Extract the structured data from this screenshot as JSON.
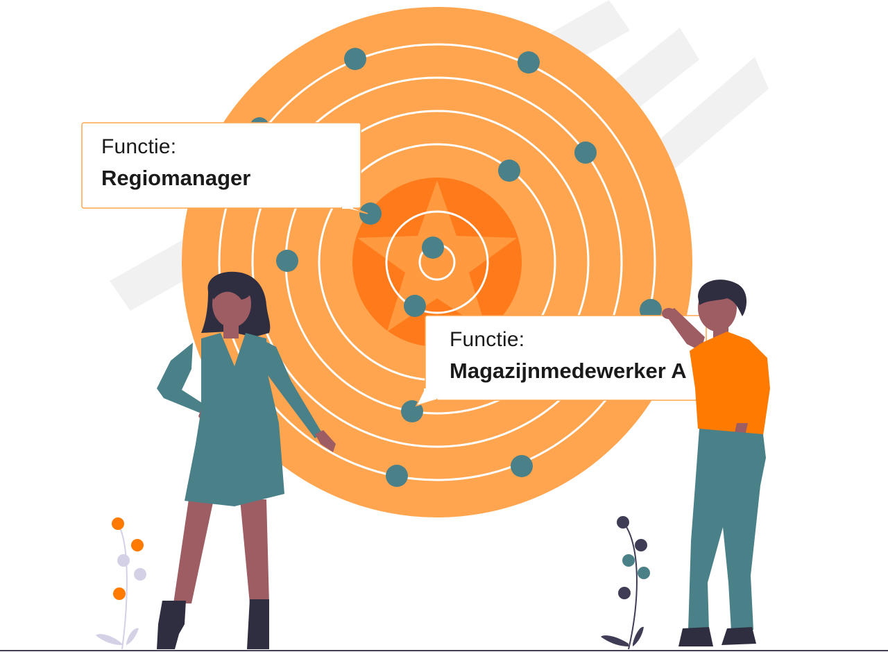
{
  "colors": {
    "background": "#ffffff",
    "target_outer": "#ffa54f",
    "target_center": "#ff7a1a",
    "ring_line": "#ffffff",
    "dot": "#4a8088",
    "stripe": "#f1f1f1",
    "skin": "#9e5c63",
    "hair": "#2f2e41",
    "dress": "#4a8088",
    "shirt": "#ff7a00",
    "plant_orange": "#ff7a00",
    "plant_lavender": "#d4d0e6",
    "plant_dark": "#3f3d56"
  },
  "callouts": [
    {
      "label": "Functie:",
      "value": "Regiomanager"
    },
    {
      "label": "Functie:",
      "value": "Magazijnmedewerker A"
    }
  ],
  "icons": {
    "target": "target-icon",
    "star": "star-icon",
    "woman": "person-icon",
    "man": "person-icon",
    "plant": "plant-icon"
  }
}
